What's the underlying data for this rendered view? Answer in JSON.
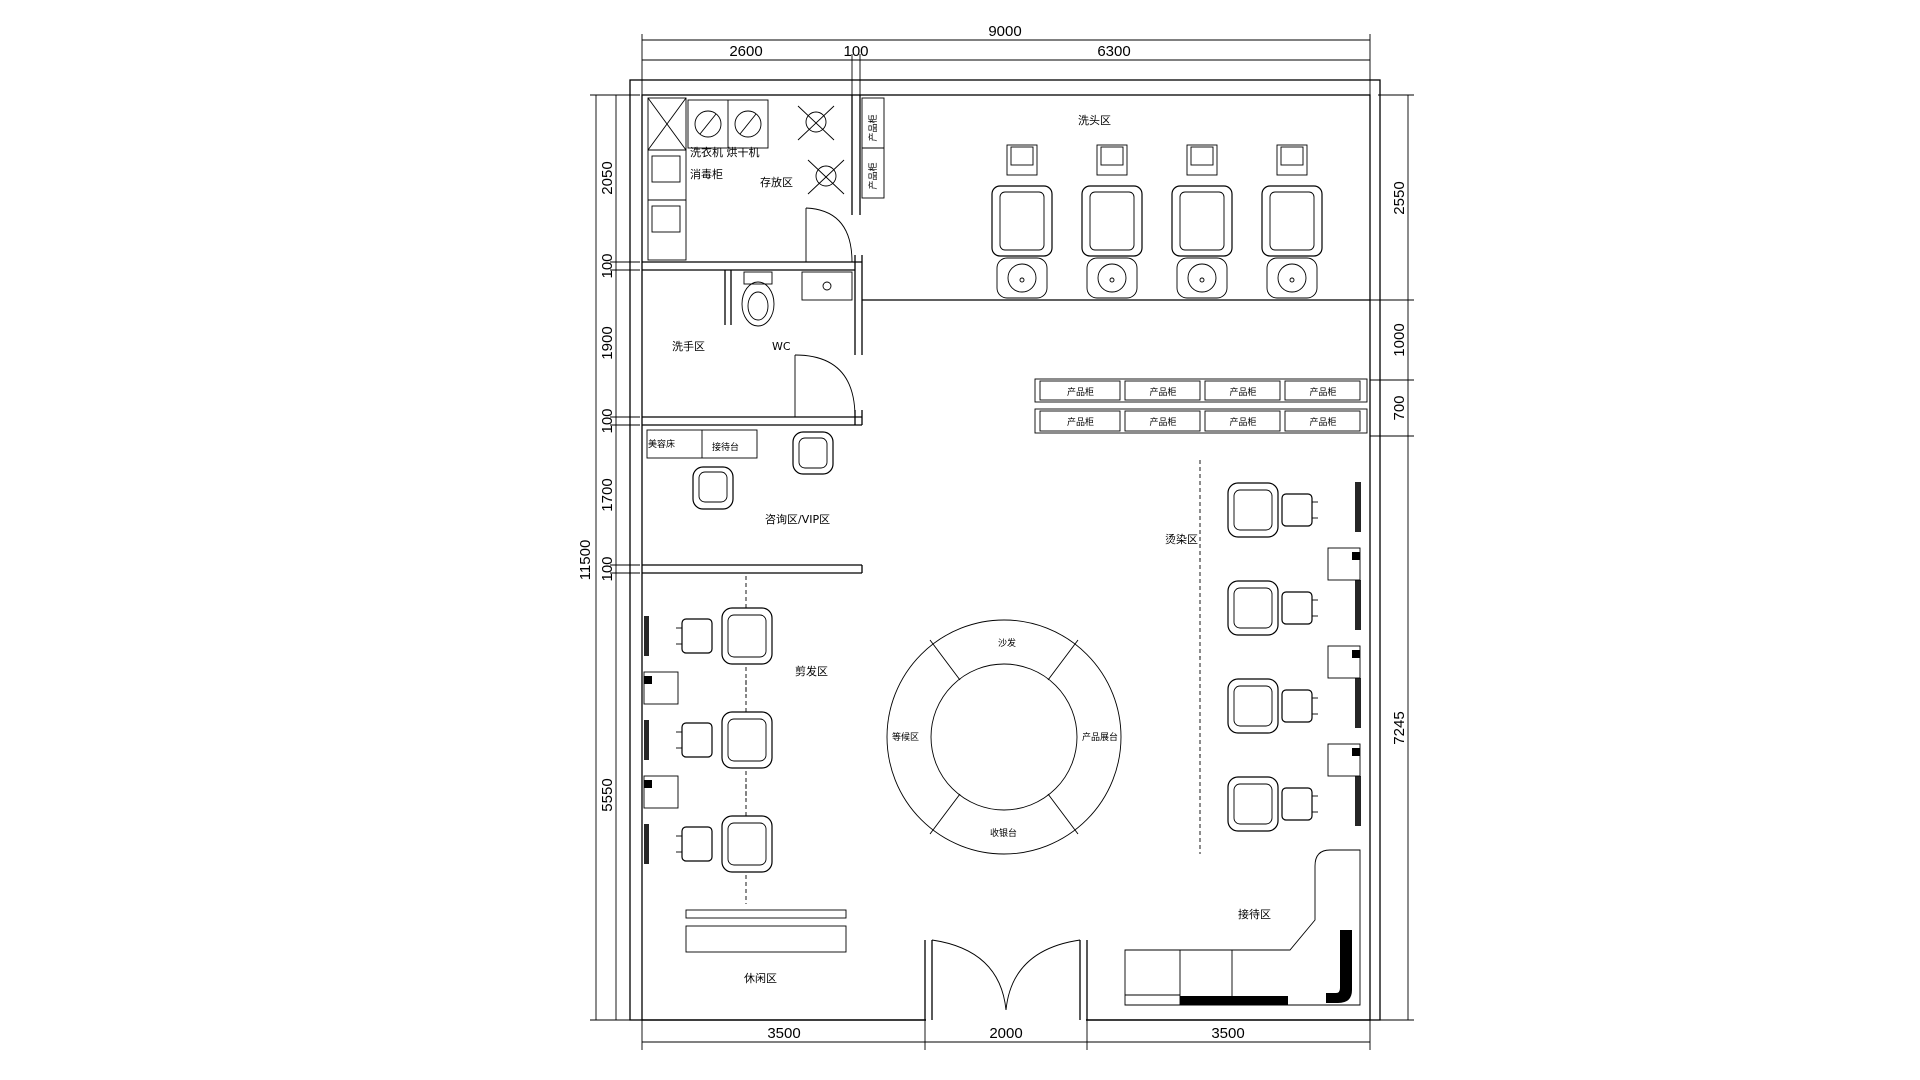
{
  "dimensions": {
    "top_total": "9000",
    "top_a": "2600",
    "top_b": "100",
    "top_c": "6300",
    "left_total": "11500",
    "left_1": "2050",
    "left_2": "100",
    "left_3": "1900",
    "left_4": "100",
    "left_5": "1700",
    "left_6": "100",
    "left_7": "5550",
    "right_1": "2550",
    "right_2": "1000",
    "right_3": "700",
    "right_4": "7245",
    "bottom_1": "3500",
    "bottom_2": "2000",
    "bottom_3": "3500"
  },
  "labels": {
    "wash_area": "洗头区",
    "laundry": "洗衣机 烘干机",
    "disinfect_cabinet": "消毒柜",
    "storage_area": "存放区",
    "washroom": "洗手区",
    "wc": "WC",
    "beauty_bed": "美容床",
    "receiving_desk": "接待台",
    "consult": "咨询区/VIP区",
    "cut_area_left": "剪发区",
    "cut_area_right": "烫染区",
    "round_top": "沙发",
    "round_left": "等候区",
    "round_right": "产品展台",
    "round_bottom": "收银台",
    "product_shelf": "产品柜",
    "product_shelf_short": "产品柜",
    "reception": "接待区",
    "entrance_area": "休闲区"
  }
}
